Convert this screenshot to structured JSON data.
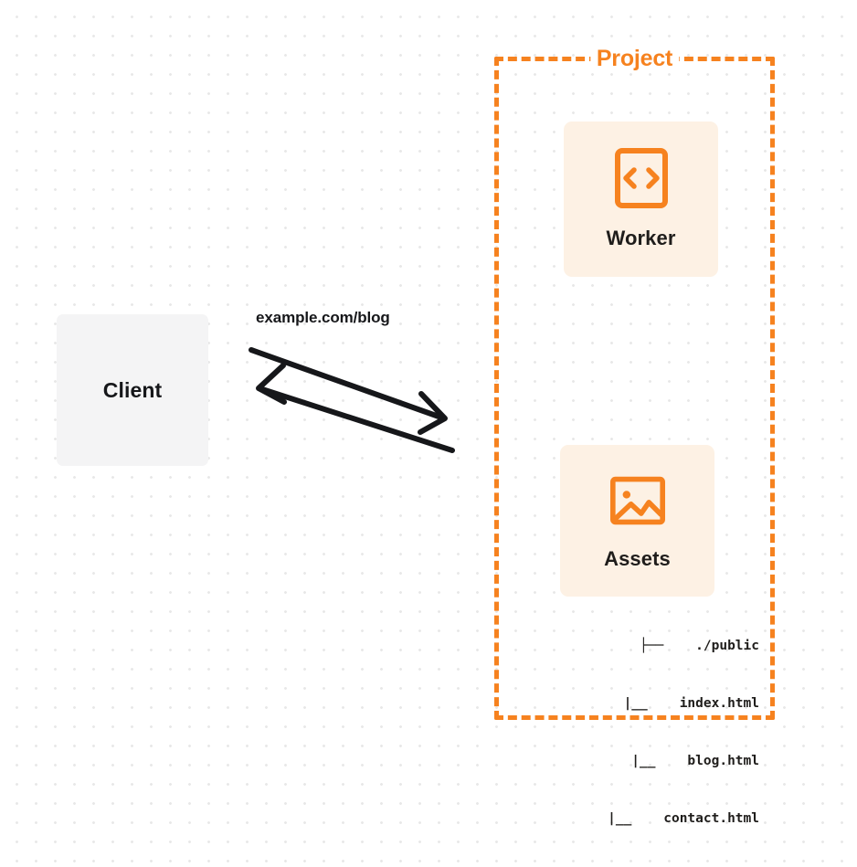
{
  "diagram": {
    "type": "architecture-diagram",
    "background": "dot-grid",
    "colors": {
      "accent_orange": "#f6821f",
      "card_background": "#fdf1e4",
      "client_background": "#f4f4f5",
      "text_dark": "#16171a",
      "grid_dot": "#e8e8e8"
    }
  },
  "client": {
    "label": "Client"
  },
  "connection": {
    "url_label": "example.com/blog",
    "request_arrow": "arrow-right",
    "response_arrow": "arrow-left"
  },
  "project": {
    "title": "Project",
    "nodes": [
      {
        "id": "worker",
        "label": "Worker",
        "icon": "code-brackets-icon"
      },
      {
        "id": "assets",
        "label": "Assets",
        "icon": "image-icon"
      }
    ],
    "file_tree": [
      {
        "prefix": "├──",
        "name": "./public"
      },
      {
        "prefix": "|__",
        "name": "index.html"
      },
      {
        "prefix": "|__",
        "name": "blog.html"
      },
      {
        "prefix": "|__",
        "name": "contact.html"
      }
    ]
  }
}
